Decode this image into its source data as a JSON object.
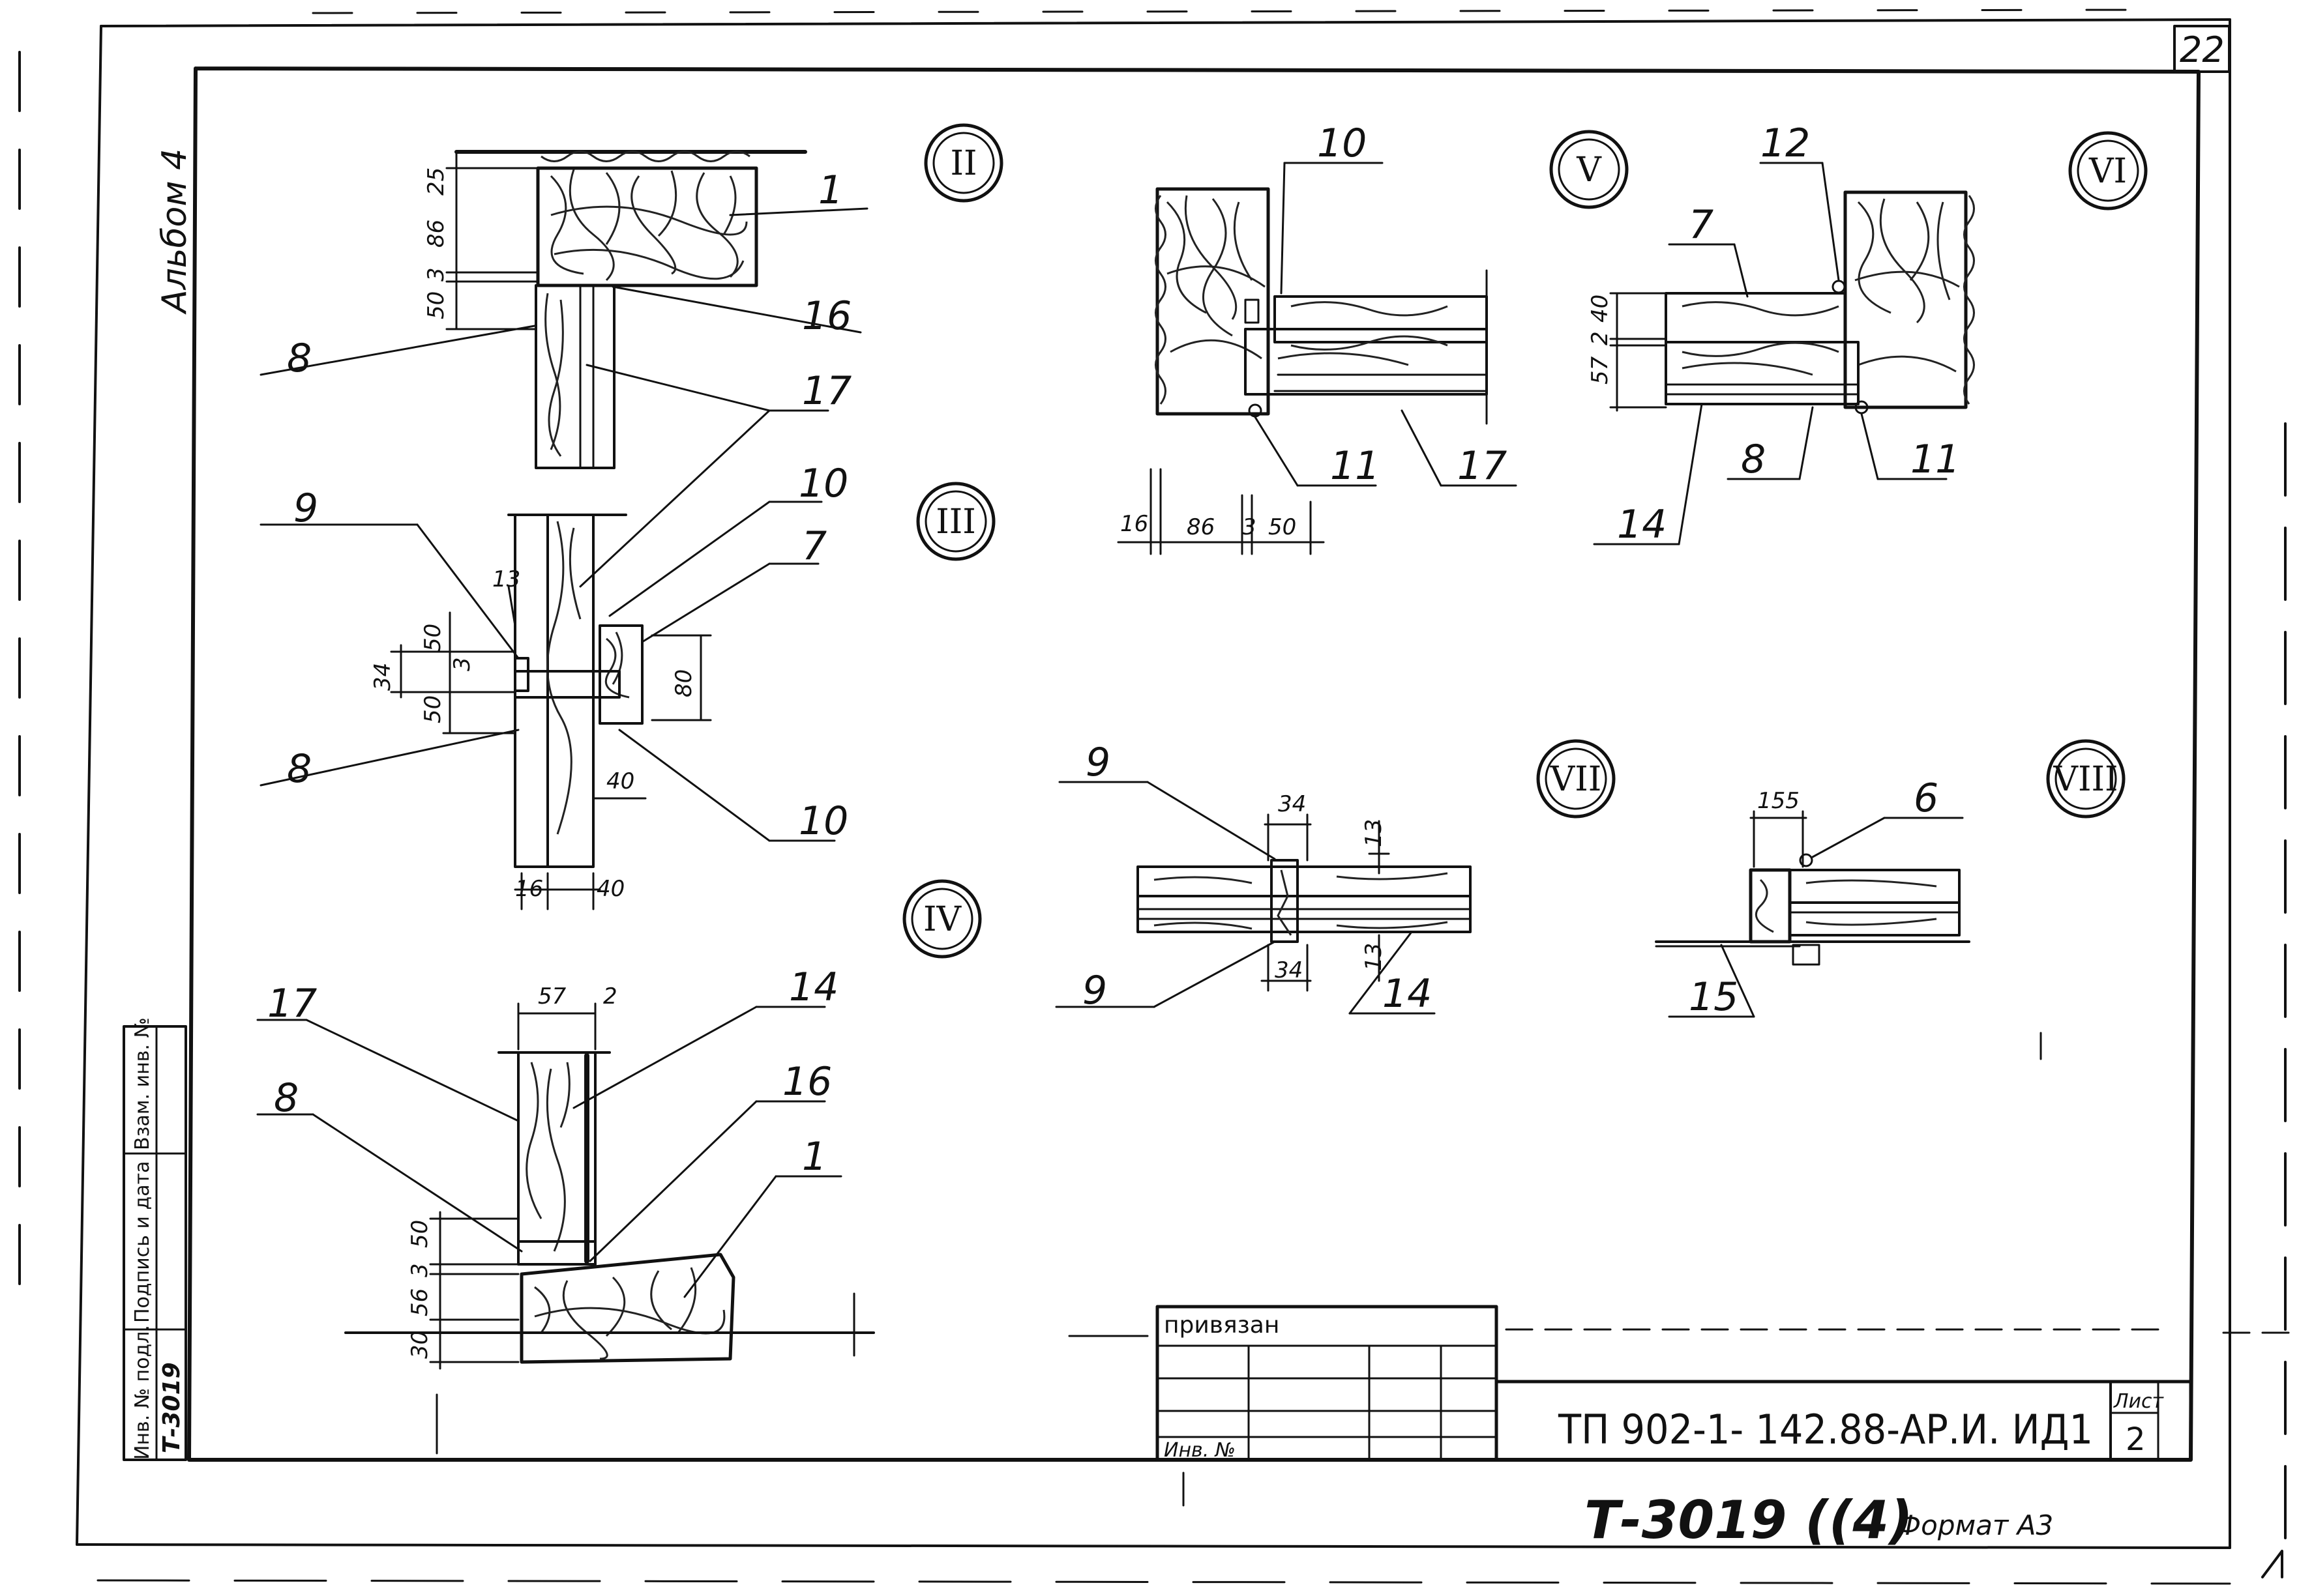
{
  "sheet": {
    "sheet_number_corner": "22",
    "album_label": "Альбом 4",
    "code": "Т-3019 ((4)",
    "format_label": "Формат А3"
  },
  "details": {
    "ii": "II",
    "iii": "III",
    "iv": "IV",
    "v": "V",
    "vi": "VI",
    "vii": "VII",
    "viii": "VIII"
  },
  "callouts": {
    "ii_1": "1",
    "ii_16": "16",
    "ii_8": "8",
    "ii_17": "17",
    "iii_9": "9",
    "iii_10a": "10",
    "iii_7": "7",
    "iii_8": "8",
    "iii_10b": "10",
    "iv_17": "17",
    "iv_14": "14",
    "iv_8": "8",
    "iv_16": "16",
    "iv_1": "1",
    "v_10": "10",
    "v_11": "11",
    "v_17": "17",
    "vi_12": "12",
    "vi_7": "7",
    "vi_8": "8",
    "vi_11": "11",
    "vi_14": "14",
    "vii_9a": "9",
    "vii_9b": "9",
    "vii_14": "14",
    "viii_6": "6",
    "viii_15": "15"
  },
  "dims": {
    "ii_25": "25",
    "ii_86": "86",
    "ii_3": "3",
    "ii_50": "50",
    "iii_13": "13",
    "iii_50a": "50",
    "iii_3": "3",
    "iii_34": "34",
    "iii_50b": "50",
    "iii_80": "80",
    "iii_40a": "40",
    "iii_16": "16",
    "iii_40b": "40",
    "iv_57": "57",
    "iv_2": "2",
    "iv_50": "50",
    "iv_3": "3",
    "iv_56": "56",
    "iv_30": "30",
    "v_16": "16",
    "v_86": "86",
    "v_3": "3",
    "v_50": "50",
    "vi_40": "40",
    "vi_2": "2",
    "vi_57": "57",
    "vii_34a": "34",
    "vii_13a": "13",
    "vii_34b": "34",
    "vii_13b": "13",
    "viii_155": "155"
  },
  "side_stamp": {
    "inv_podl": "Инв. № подл.",
    "podpis_data": "Подпись и дата",
    "vzam_inv": "Взам. инв. №",
    "inv_value": "Т-3019"
  },
  "title_block": {
    "privyazan": "привязан",
    "inv_no": "Инв. №",
    "designation": "ТП 902-1- 142.88-АР.И. ИД1",
    "list_label": "Лист",
    "list_number": "2"
  }
}
